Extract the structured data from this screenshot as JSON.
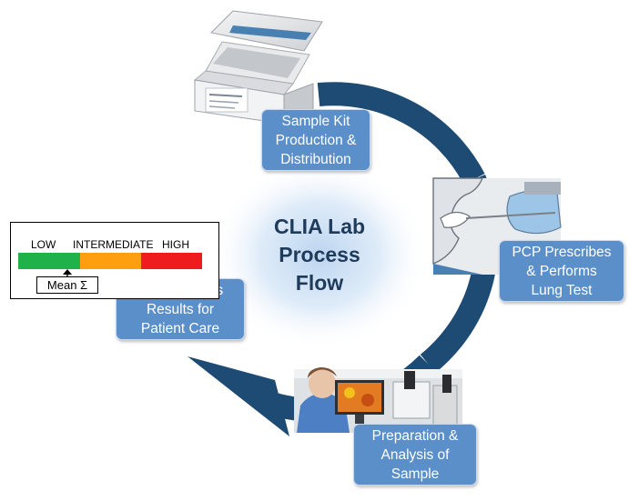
{
  "center": {
    "line1": "CLIA Lab",
    "line2": "Process",
    "line3": "Flow"
  },
  "steps": {
    "kit": {
      "lines": [
        "Sample Kit",
        "Production &",
        "Distribution"
      ]
    },
    "test": {
      "lines": [
        "PCP Prescribes",
        "& Performs",
        "Lung Test"
      ]
    },
    "analysis": {
      "lines": [
        "Preparation &",
        "Analysis of",
        "Sample"
      ]
    },
    "review": {
      "lines": [
        "PCP Reviews",
        "Results for",
        "Patient Care"
      ]
    }
  },
  "scale": {
    "low": "LOW",
    "intermediate": "INTERMEDIATE",
    "high": "HIGH",
    "mean_label": "Mean Σ",
    "colors": {
      "low": "#1fb24a",
      "intermediate": "#ff9e0f",
      "high": "#ee1c1c"
    }
  },
  "colors": {
    "arrow": "#1e4b73",
    "step_box": "#5b8fc9",
    "title": "#1f3b5c"
  },
  "icons": {
    "kit": "sample-kit-box-illustration",
    "test": "mouth-swab-illustration",
    "analysis": "lab-microscope-photo"
  }
}
